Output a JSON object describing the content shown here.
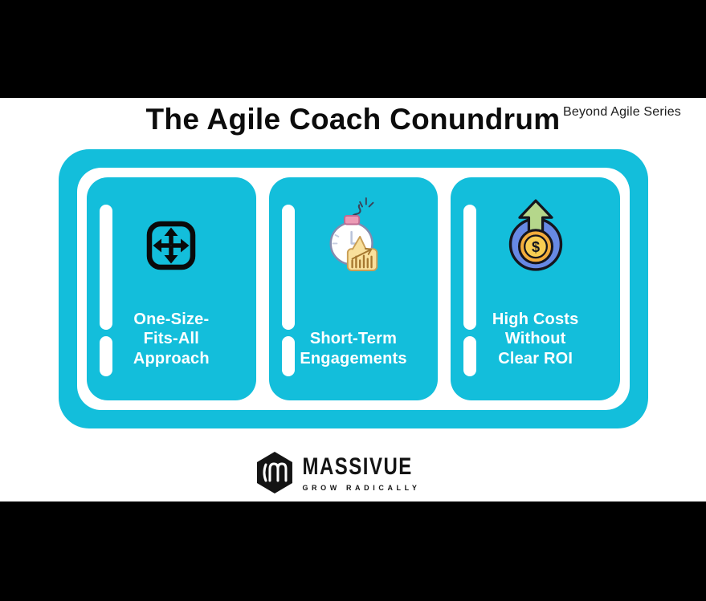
{
  "colors": {
    "accent_cyan": "#13BEDB",
    "bar_black": "#000000",
    "card_text": "#FFFFFF",
    "coin_blue": "#6789E4",
    "arrow_green": "#B5D78B",
    "coin_gold": "#F3AC3B",
    "coin_gold_light": "#F9CD52",
    "doc_tan": "#F9E09C",
    "cap_pink": "#EC9AB5"
  },
  "header": {
    "title": "The Agile Coach Conundrum",
    "series_label": "Beyond Agile Series"
  },
  "cards": [
    {
      "name": "one-size-fits-all",
      "icon": "expand-arrows-icon",
      "label_lines": [
        "One-Size-",
        "Fits-All",
        "Approach"
      ]
    },
    {
      "name": "short-term-engagements",
      "icon": "time-bomb-chart-icon",
      "label_lines": [
        "Short-Term",
        "Engagements"
      ]
    },
    {
      "name": "high-costs-without-clear-roi",
      "icon": "rising-dollar-coin-icon",
      "label_lines": [
        "High Costs",
        "Without",
        "Clear ROI"
      ]
    }
  ],
  "icons": {
    "coin_symbol": "$"
  },
  "footer": {
    "brand_name": "MASSIVUE",
    "brand_tagline": "GROW RADICALLY"
  }
}
